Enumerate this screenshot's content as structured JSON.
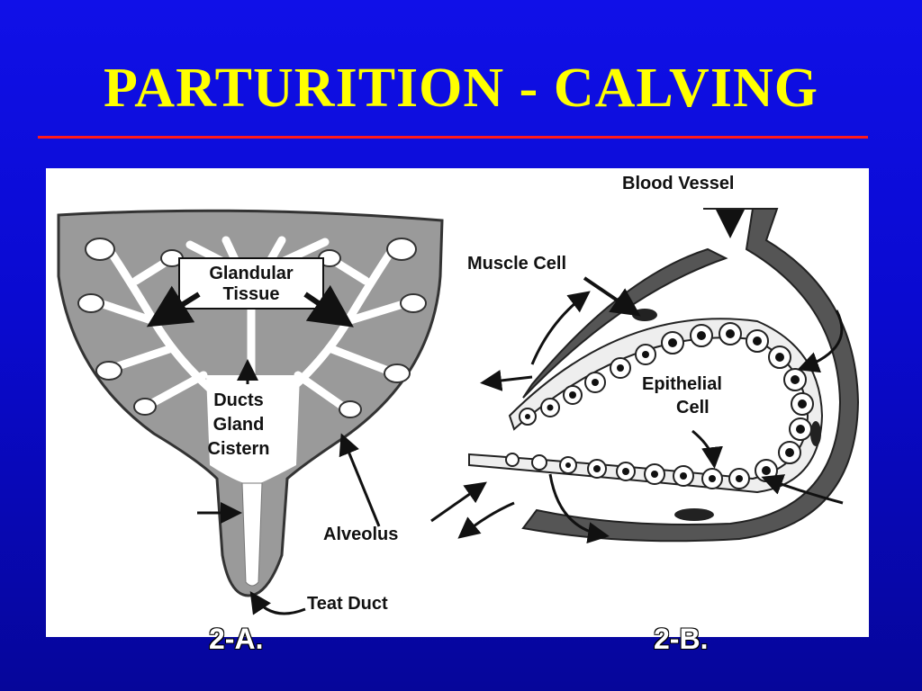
{
  "title": "PARTURITION - CALVING",
  "diagram_a": {
    "label_glandular_line1": "Glandular",
    "label_glandular_line2": "Tissue",
    "label_ducts": "Ducts",
    "label_gland": "Gland",
    "label_cistern": "Cistern",
    "label_alveolus": "Alveolus",
    "label_teat_duct": "Teat Duct",
    "caption": "2-A."
  },
  "diagram_b": {
    "label_blood_vessel": "Blood Vessel",
    "label_muscle_cell": "Muscle Cell",
    "label_epithelial_line1": "Epithelial",
    "label_epithelial_line2": "Cell",
    "caption": "2-B."
  },
  "colors": {
    "title": "#ffff00",
    "rule": "#ff1a1a",
    "tissue_gray": "#9a9a9a",
    "vessel_dark": "#555555"
  }
}
